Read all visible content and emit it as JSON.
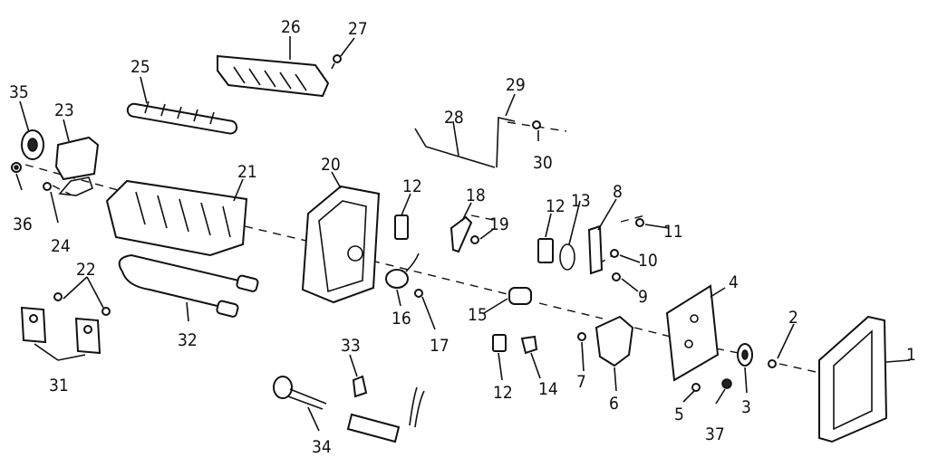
{
  "diagram": {
    "part_labels": [
      "1",
      "2",
      "3",
      "4",
      "5",
      "6",
      "7",
      "8",
      "9",
      "10",
      "11",
      "12",
      "13",
      "14",
      "15",
      "16",
      "17",
      "18",
      "19",
      "20",
      "21",
      "22",
      "23",
      "24",
      "25",
      "26",
      "27",
      "28",
      "29",
      "30",
      "31",
      "32",
      "33",
      "34",
      "35",
      "36",
      "37"
    ]
  }
}
